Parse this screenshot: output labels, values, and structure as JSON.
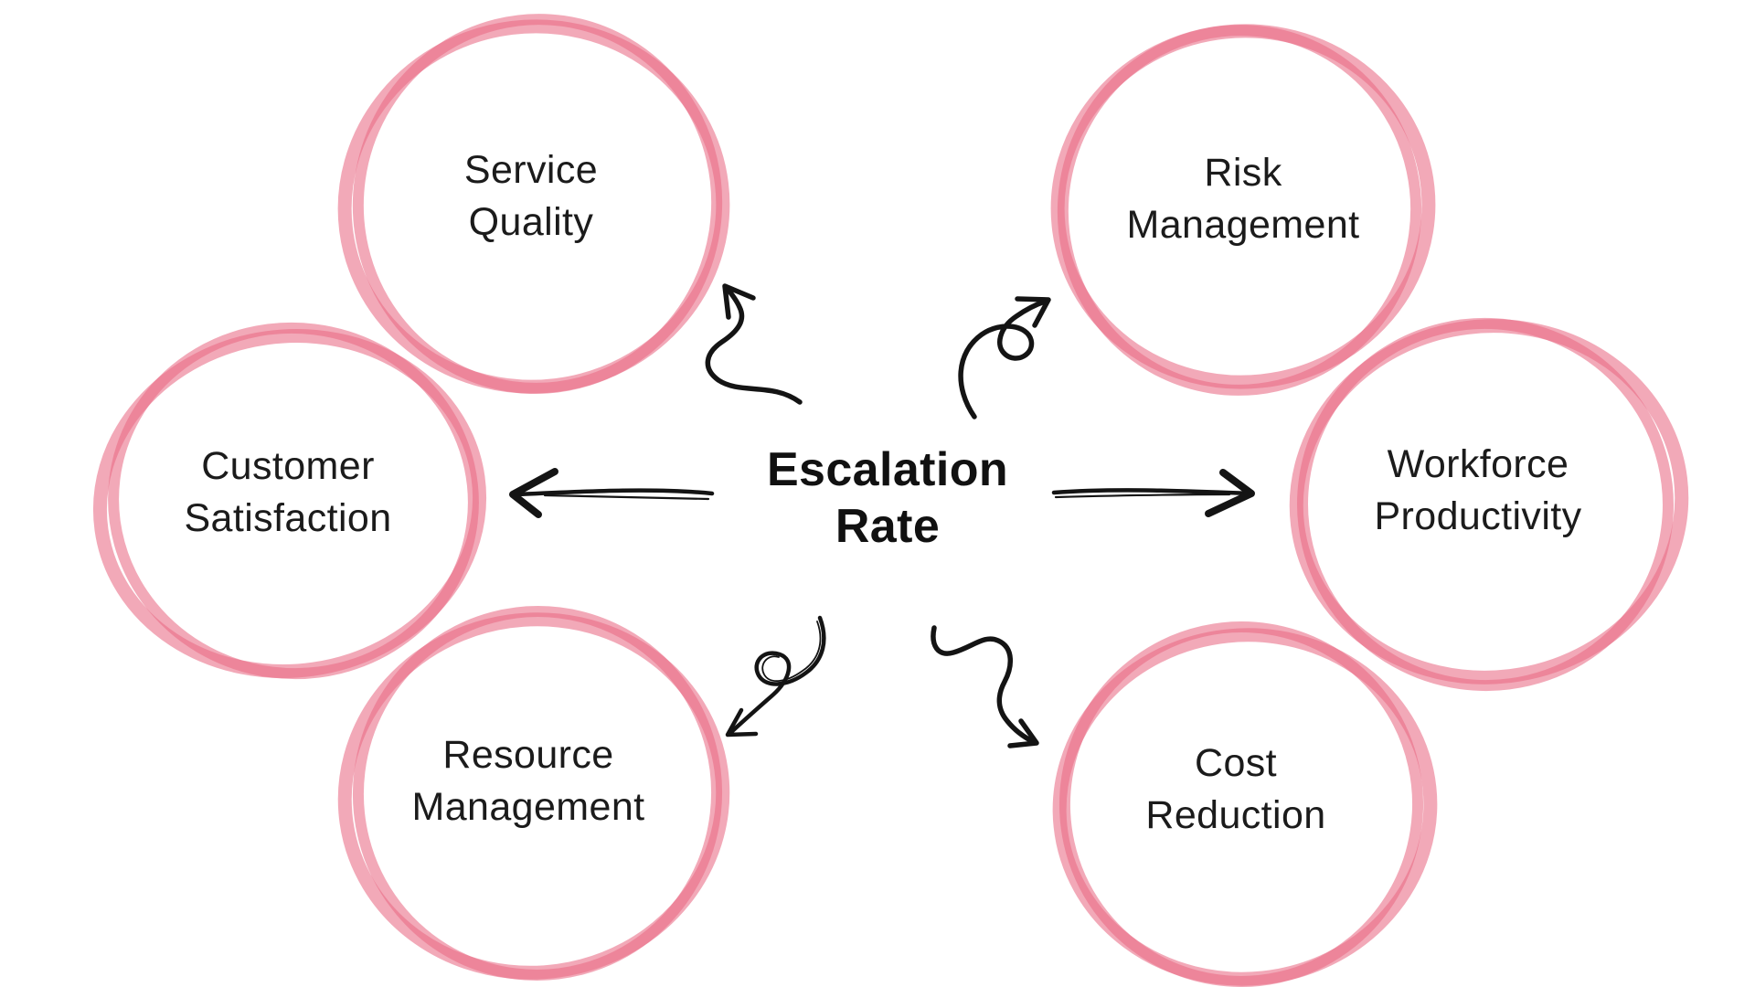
{
  "title": "Escalation Rate diagram",
  "center": {
    "title": "Escalation\nRate"
  },
  "nodes": [
    {
      "id": "service-quality",
      "label": "Service\nQuality"
    },
    {
      "id": "risk-management",
      "label": "Risk\nManagement"
    },
    {
      "id": "customer-satisfaction",
      "label": "Customer\nSatisfaction"
    },
    {
      "id": "workforce-productivity",
      "label": "Workforce\nProductivity"
    },
    {
      "id": "resource-management",
      "label": "Resource\nManagement"
    },
    {
      "id": "cost-reduction",
      "label": "Cost\nReduction"
    }
  ],
  "colors": {
    "circle_stroke": "#E96B85",
    "circle_light": "#F5A9B8",
    "circle_dark": "#EE7D93",
    "arrow": "#141414",
    "text": "#1B1B1B",
    "background": "#FFFFFF"
  }
}
